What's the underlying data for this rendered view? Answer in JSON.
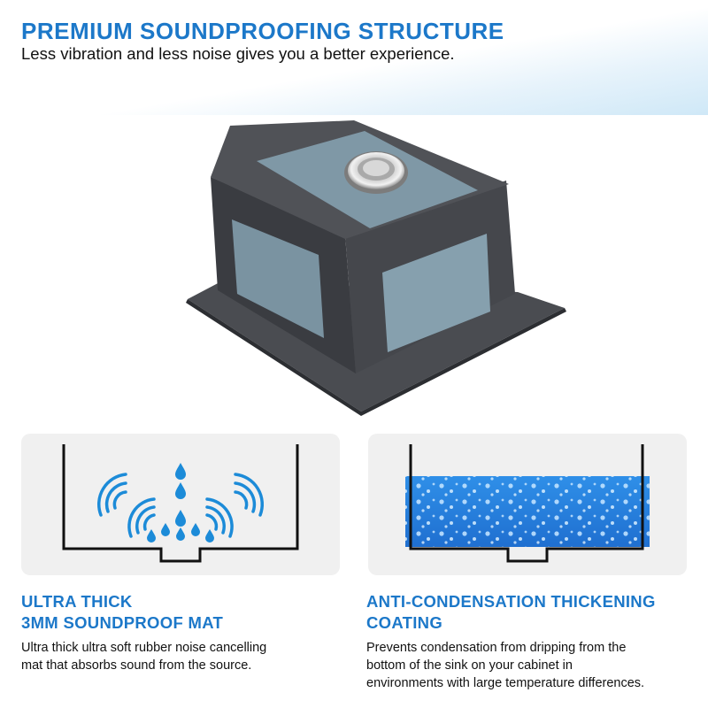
{
  "header": {
    "title": "PREMIUM SOUNDPROOFING STRUCTURE",
    "subtitle": "Less vibration and less noise gives you a better experience."
  },
  "features": [
    {
      "title_lines": [
        "ULTRA THICK",
        "3MM SOUNDPROOF MAT"
      ],
      "desc_lines": [
        "Ultra thick ultra soft rubber noise cancelling",
        "mat that absorbs sound from the source."
      ],
      "icon": "sound-absorb-icon"
    },
    {
      "title_lines": [
        "ANTI-CONDENSATION THICKENING",
        "COATING"
      ],
      "desc_lines": [
        "Prevents condensation from dripping from the",
        "bottom of the sink on your cabinet in",
        "environments with large temperature differences."
      ],
      "icon": "condensation-coating-icon"
    }
  ],
  "colors": {
    "accent": "#1c78c9",
    "sink_body": "#3f4146",
    "mat": "#7f98a6",
    "panel_bg": "#f0f0f0",
    "water": "#2f8fe8"
  }
}
